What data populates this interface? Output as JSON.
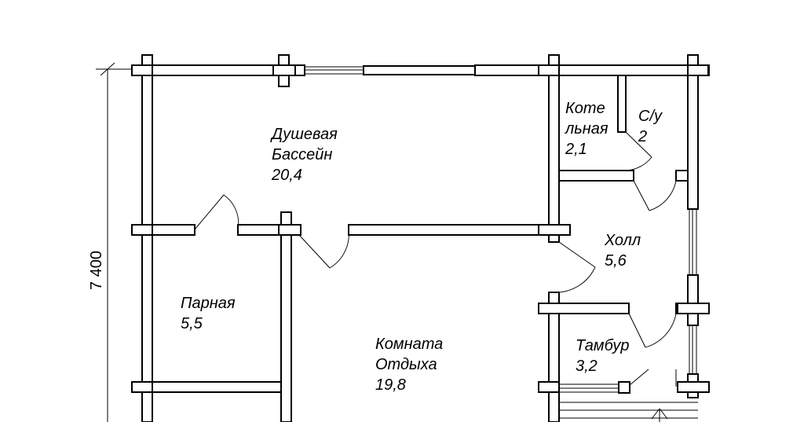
{
  "rooms": {
    "shower_pool": {
      "name_line1": "Душевая",
      "name_line2": "Бассейн",
      "area": "20,4"
    },
    "boiler": {
      "name_line1": "Коте",
      "name_line2": "льная",
      "area": "2,1"
    },
    "wc": {
      "name": "С/у",
      "area": "2"
    },
    "hall": {
      "name": "Холл",
      "area": "5,6"
    },
    "steam": {
      "name": "Парная",
      "area": "5,5"
    },
    "rest": {
      "name_line1": "Комната",
      "name_line2": "Отдыха",
      "area": "19,8"
    },
    "vestibule": {
      "name": "Тамбур",
      "area": "3,2"
    }
  },
  "dimensions": {
    "height": "7 400"
  }
}
